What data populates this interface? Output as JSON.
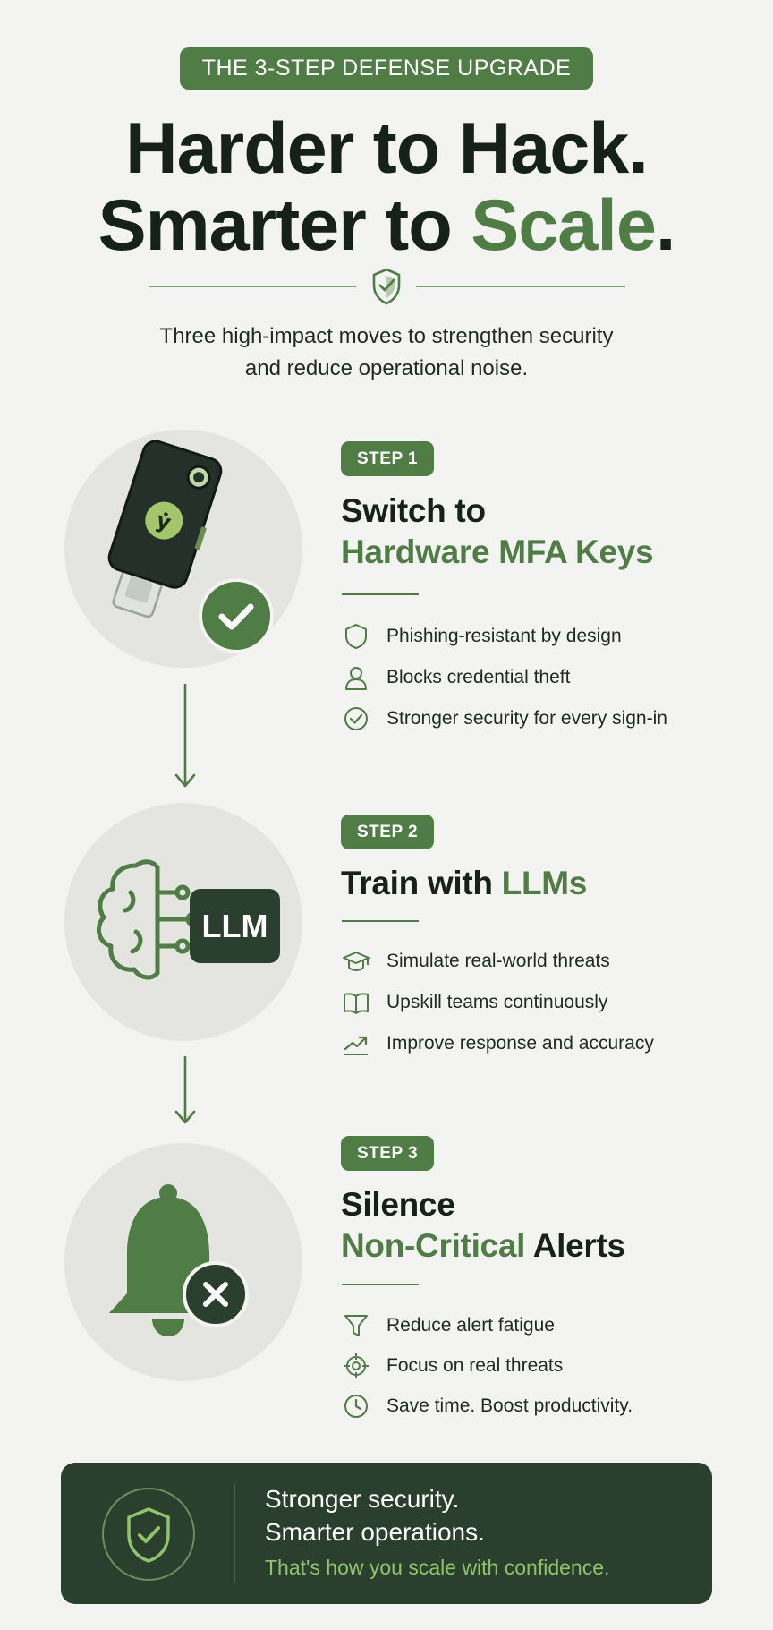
{
  "header": {
    "badge": "THE 3-STEP DEFENSE UPGRADE",
    "headline_line1": "Harder to Hack.",
    "headline_line2_prefix": "Smarter to ",
    "headline_line2_accent": "Scale",
    "headline_line2_suffix": ".",
    "subtitle_line1": "Three high-impact moves to strengthen security",
    "subtitle_line2": "and reduce operational noise."
  },
  "steps": [
    {
      "badge": "STEP 1",
      "title_line1": "Switch to",
      "title_line2_accent": "Hardware MFA Keys",
      "features": [
        {
          "icon": "shield-icon",
          "text": "Phishing-resistant by design"
        },
        {
          "icon": "user-icon",
          "text": "Blocks credential theft"
        },
        {
          "icon": "check-circle-icon",
          "text": "Stronger security for every sign-in"
        }
      ]
    },
    {
      "badge": "STEP 2",
      "title_prefix": "Train with ",
      "title_accent": "LLMs",
      "icon_label": "LLM",
      "features": [
        {
          "icon": "graduation-cap-icon",
          "text": "Simulate real-world threats"
        },
        {
          "icon": "book-icon",
          "text": "Upskill teams continuously"
        },
        {
          "icon": "trend-up-icon",
          "text": "Improve response and accuracy"
        }
      ]
    },
    {
      "badge": "STEP 3",
      "title_line1": "Silence",
      "title_line2_accent": "Non-Critical",
      "title_line2_suffix": " Alerts",
      "features": [
        {
          "icon": "filter-icon",
          "text": "Reduce alert fatigue"
        },
        {
          "icon": "target-icon",
          "text": "Focus on real threats"
        },
        {
          "icon": "clock-icon",
          "text": "Save time. Boost productivity."
        }
      ]
    }
  ],
  "footer": {
    "line1": "Stronger security.",
    "line2": "Smarter operations.",
    "tagline": "That's how you scale with confidence."
  },
  "colors": {
    "accent": "#4f7d45",
    "dark": "#17211b",
    "footer_bg": "#2a3f2d",
    "footer_tag": "#8fc46a",
    "background": "#f3f3f1"
  }
}
